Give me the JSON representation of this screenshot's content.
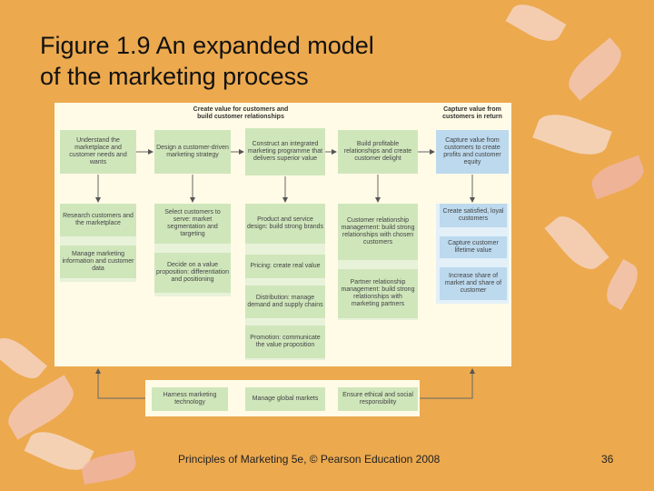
{
  "slide": {
    "title_line1": "Figure 1.9 An expanded model",
    "title_line2": "of the marketing process",
    "footer": "Principles of Marketing 5e, © Pearson Education 2008",
    "page_number": "36"
  },
  "diagram": {
    "header_left_line1": "Create value for customers and",
    "header_left_line2": "build customer relationships",
    "header_right_line1": "Capture value from",
    "header_right_line2": "customers in return",
    "row1": [
      "Understand the marketplace and customer needs and wants",
      "Design a customer-driven marketing strategy",
      "Construct an integrated marketing programme that delivers superior value",
      "Build profitable relationships and create customer delight",
      "Capture value from customers to create profits and customer equity"
    ],
    "col1": [
      "Research customers and the marketplace",
      "Manage marketing information and customer data"
    ],
    "col2": [
      "Select customers to serve: market segmentation and targeting",
      "Decide on a value proposition: differentiation and positioning"
    ],
    "col3": [
      "Product and service design: build strong brands",
      "Pricing: create real value",
      "Distribution: manage demand and supply chains",
      "Promotion: communicate the value proposition"
    ],
    "col4": [
      "Customer relationship management: build strong relationships with chosen customers",
      "Partner relationship management: build strong relationships with marketing partners"
    ],
    "col5": [
      "Create satisfied, loyal customers",
      "Capture customer lifetime value",
      "Increase share of market and share of customer"
    ],
    "bottom": [
      "Harness marketing technology",
      "Manage global markets",
      "Ensure ethical and social responsibility"
    ]
  },
  "colors": {
    "background": "#eca94e",
    "green_box": "#cfe6bb",
    "blue_box": "#bcd9ee",
    "figure_bg": "#fffbe6"
  }
}
